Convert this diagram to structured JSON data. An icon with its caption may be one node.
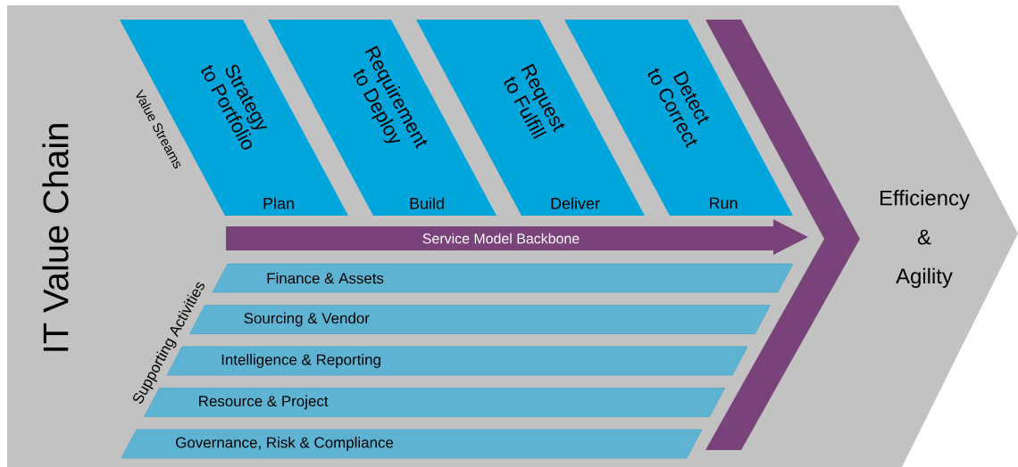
{
  "diagram": {
    "nodes": [
      {
        "text": [
          "IT Value Chain",
          "Efficiency & Agility"
        ]
      },
      {
        "text": [
          "Strategy to Portfolio",
          "Plan"
        ],
        "in": 0
      },
      {
        "text": [
          "Requirement to Deploy",
          "Build"
        ],
        "in": 0
      },
      {
        "text": [
          "Request to Fulfill",
          "Deliver"
        ],
        "in": 0
      },
      {
        "text": [
          "Detect to Correct",
          "Run"
        ],
        "in": 0
      },
      {
        "text": [
          "Service Model Backbone"
        ],
        "in": 0
      },
      {
        "text": [
          "Finance & Assets"
        ],
        "in": 0
      },
      {
        "text": [
          "Sourcing & Vendor"
        ],
        "in": 0
      },
      {
        "text": [
          "Intelligence & Reporting"
        ],
        "in": 0
      },
      {
        "text": [
          "Resource & Project"
        ],
        "in": 0
      },
      {
        "text": [
          "Governance, Risk & Compliance"
        ],
        "in": 0
      },
      {
        "text": [],
        "shape": "chevron",
        "in": 0
      }
    ],
    "labels": [
      "Value Streams",
      "Supporting Activities"
    ]
  }
}
